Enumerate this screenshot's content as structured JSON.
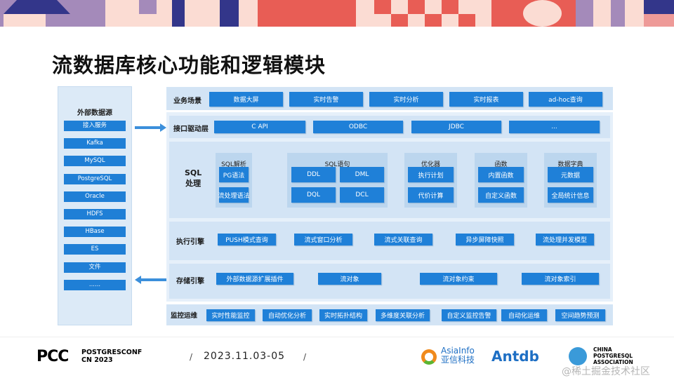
{
  "title": "流数据库核心功能和逻辑模块",
  "external_sources": {
    "heading": "外部数据源",
    "items": [
      "接入服务",
      "Kafka",
      "MySQL",
      "PostgreSQL",
      "Oracle",
      "HDFS",
      "HBase",
      "ES",
      "文件",
      "......"
    ]
  },
  "layers": {
    "business": {
      "label": "业务场景",
      "items": [
        "数据大屏",
        "实时告警",
        "实时分析",
        "实时报表",
        "ad-hoc查询"
      ]
    },
    "interface": {
      "label": "接口驱动层",
      "items": [
        "C API",
        "ODBC",
        "JDBC",
        "..."
      ]
    },
    "sql": {
      "label_line1": "SQL",
      "label_line2": "处理",
      "groups": [
        {
          "title": "SQL解析",
          "items": [
            "PG语法",
            "流处理语法"
          ]
        },
        {
          "title": "SQL语句",
          "items": [
            "DDL",
            "DML",
            "DQL",
            "DCL"
          ]
        },
        {
          "title": "优化器",
          "items": [
            "执行计划",
            "代价计算"
          ]
        },
        {
          "title": "函数",
          "items": [
            "内置函数",
            "自定义函数"
          ]
        },
        {
          "title": "数据字典",
          "items": [
            "元数据",
            "全局统计信息"
          ]
        }
      ]
    },
    "execution": {
      "label": "执行引擎",
      "items": [
        "PUSH模式查询",
        "流式窗口分析",
        "流式关联查询",
        "异步屏障快照",
        "流处理并发模型"
      ]
    },
    "storage": {
      "label": "存储引擎",
      "items": [
        "外部数据源扩展插件",
        "流对象",
        "流对象约束",
        "流对象索引"
      ]
    },
    "monitoring": {
      "label": "监控运维",
      "items": [
        "实时性能监控",
        "自动优化分析",
        "实时拓扑结构",
        "多维度关联分析",
        "自定义监控告警",
        "自动化运维",
        "空间趋势预测"
      ]
    }
  },
  "footer": {
    "logo_pcc": "PCC",
    "logo_line1": "POSTGRESCONF",
    "logo_line2": "CN 2023",
    "date": "2023.11.03-05",
    "sep": "/",
    "sponsor1": "AsiaInfo",
    "sponsor1_cn": "亚信科技",
    "sponsor2": "Antdb",
    "sponsor3_line1": "CHINA",
    "sponsor3_line2": "POSTGRESQL",
    "sponsor3_line3": "ASSOCIATION",
    "watermark": "@稀土掘金技术社区"
  },
  "colors": {
    "accent": "#1f80d8",
    "panel": "#d5e5f5",
    "banner_red": "#e85d55",
    "banner_navy": "#33368a",
    "banner_purple": "#a48aba",
    "banner_pink": "#fbdcd3"
  }
}
